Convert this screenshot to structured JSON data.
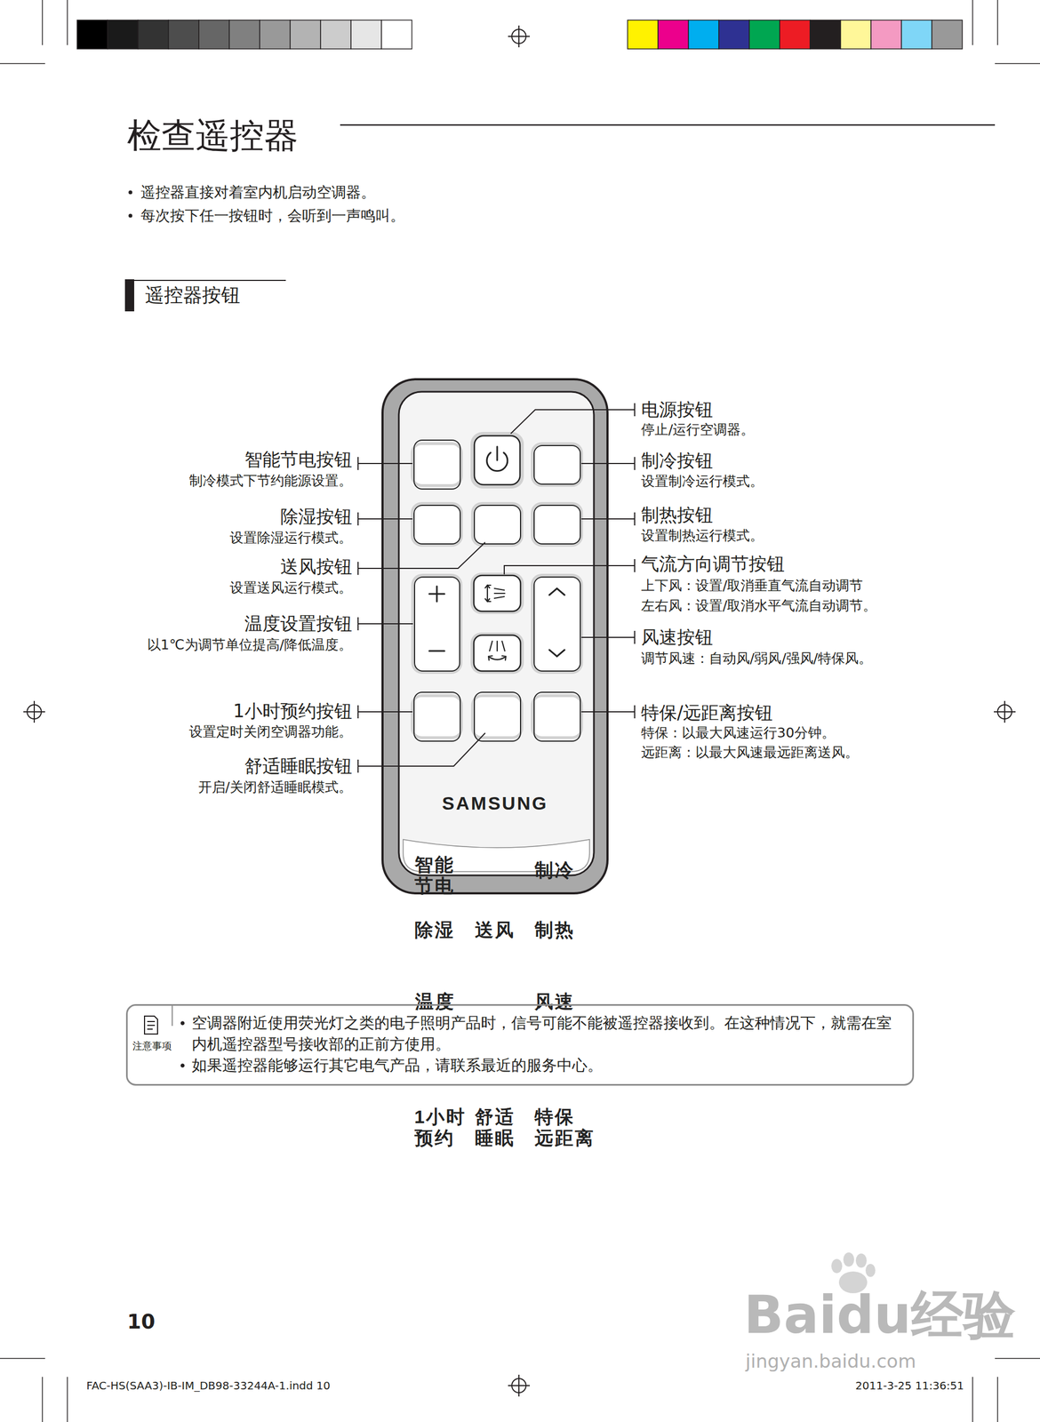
{
  "diagram": {
    "title": "检查遥控器",
    "nodes": [
      {
        "text": [
          "SAMSUNG"
        ]
      },
      {
        "text": [
          "智能 节电"
        ],
        "in": 0
      },
      {
        "text": [
          "制冷"
        ],
        "in": 0
      },
      {
        "text": [
          "除湿"
        ],
        "in": 0
      },
      {
        "text": [
          "送风"
        ],
        "in": 0
      },
      {
        "text": [
          "制热"
        ],
        "in": 0
      },
      {
        "text": [
          "温度"
        ],
        "in": 0
      },
      {
        "text": [
          "风速"
        ],
        "in": 0
      },
      {
        "text": [
          "1小时 预约"
        ],
        "in": 0
      },
      {
        "text": [
          "舒适 睡眠"
        ],
        "in": 0
      },
      {
        "text": [
          "特保 远距离"
        ],
        "in": 0
      },
      {
        "text": [
          "注意事项",
          "空调器附近使用荧光灯之类的电子照明产品时，信号可能不能被遥控器接收到。在这种情况下，就需在室内机遥控器型号接收部的正前方使用。",
          "如果遥控器能够运行其它电气产品，请联系最近的服务中心。"
        ]
      }
    ],
    "labels": [
      "遥控器按钮",
      "遥控器直接对着室内机启动空调器。",
      "每次按下任一按钮时，会听到一声鸣叫。",
      "电源按钮",
      "停止/运行空调器。",
      "智能节电按钮",
      "制冷模式下节约能源设置。",
      "制冷按钮",
      "设置制冷运行模式。",
      "除湿按钮",
      "设置除湿运行模式。",
      "制热按钮",
      "设置制热运行模式。",
      "送风按钮",
      "设置送风运行模式。",
      "气流方向调节按钮",
      "上下风：设置/取消垂直气流自动调节",
      "左右风：设置/取消水平气流自动调节。",
      "温度设置按钮",
      "以1℃为调节单位提高/降低温度。",
      "风速按钮",
      "调节风速：自动风/弱风/强风/特保风。",
      "1小时预约按钮",
      "设置定时关闭空调器功能。",
      "特保/远距离按钮",
      "特保：以最大风速运行30分钟。",
      "远距离：以最大风速最远距离送风。",
      "舒适睡眠按钮",
      "开启/关闭舒适睡眠模式。",
      "10",
      "FAC-HS(SAA3)-IB-IM_DB98-33244A-1.indd 10",
      "2011-3-25 11:36:51",
      "Baidu经验",
      "jingyan.baidu.com"
    ]
  }
}
